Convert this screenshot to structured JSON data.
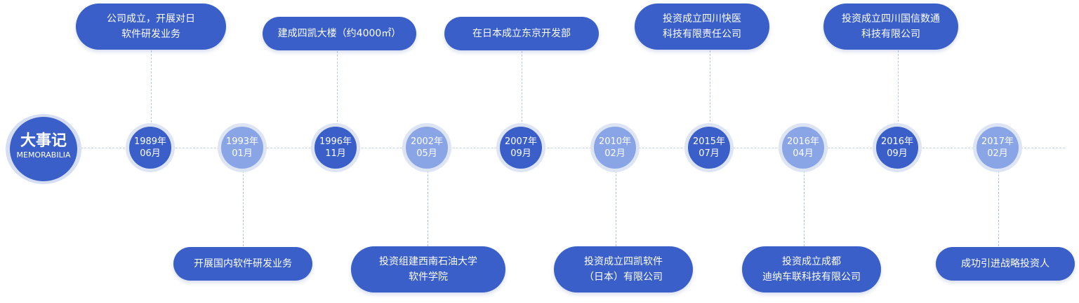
{
  "header": {
    "title": "大事记",
    "subtitle": "MEMORABILIA"
  },
  "events": [
    {
      "year": "1989年",
      "month": "06月",
      "line1": "公司成立，开展对日",
      "line2": "软件研发业务"
    },
    {
      "year": "1993年",
      "month": "01月",
      "line1": "开展国内软件研发业务",
      "line2": ""
    },
    {
      "year": "1996年",
      "month": "11月",
      "line1": "建成四凯大楼（约4000㎡）",
      "line2": ""
    },
    {
      "year": "2002年",
      "month": "05月",
      "line1": "投资组建西南石油大学",
      "line2": "软件学院"
    },
    {
      "year": "2007年",
      "month": "09月",
      "line1": "在日本成立东京开发部",
      "line2": ""
    },
    {
      "year": "2010年",
      "month": "02月",
      "line1": "投资成立四凯软件",
      "line2": "（日本）有限公司"
    },
    {
      "year": "2015年",
      "month": "07月",
      "line1": "投资成立四川快医",
      "line2": "科技有限责任公司"
    },
    {
      "year": "2016年",
      "month": "04月",
      "line1": "投资成立成都",
      "line2": "迪纳车联科技有限公司"
    },
    {
      "year": "2016年",
      "month": "09月",
      "line1": "投资成立四川国信数通",
      "line2": "科技有限公司"
    },
    {
      "year": "2017年",
      "month": "02月",
      "line1": "成功引进战略投资人",
      "line2": ""
    }
  ]
}
